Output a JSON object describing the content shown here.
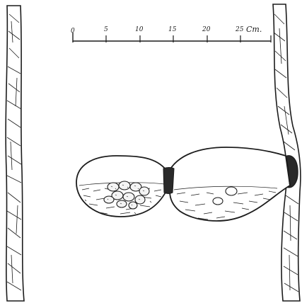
{
  "scale_bar": {
    "tick_values": [
      "0",
      "5",
      "10",
      "15",
      "20",
      "25"
    ],
    "unit": "Cm."
  },
  "colors": {
    "ink": "#1c1c1c",
    "paper": "#ffffff"
  }
}
